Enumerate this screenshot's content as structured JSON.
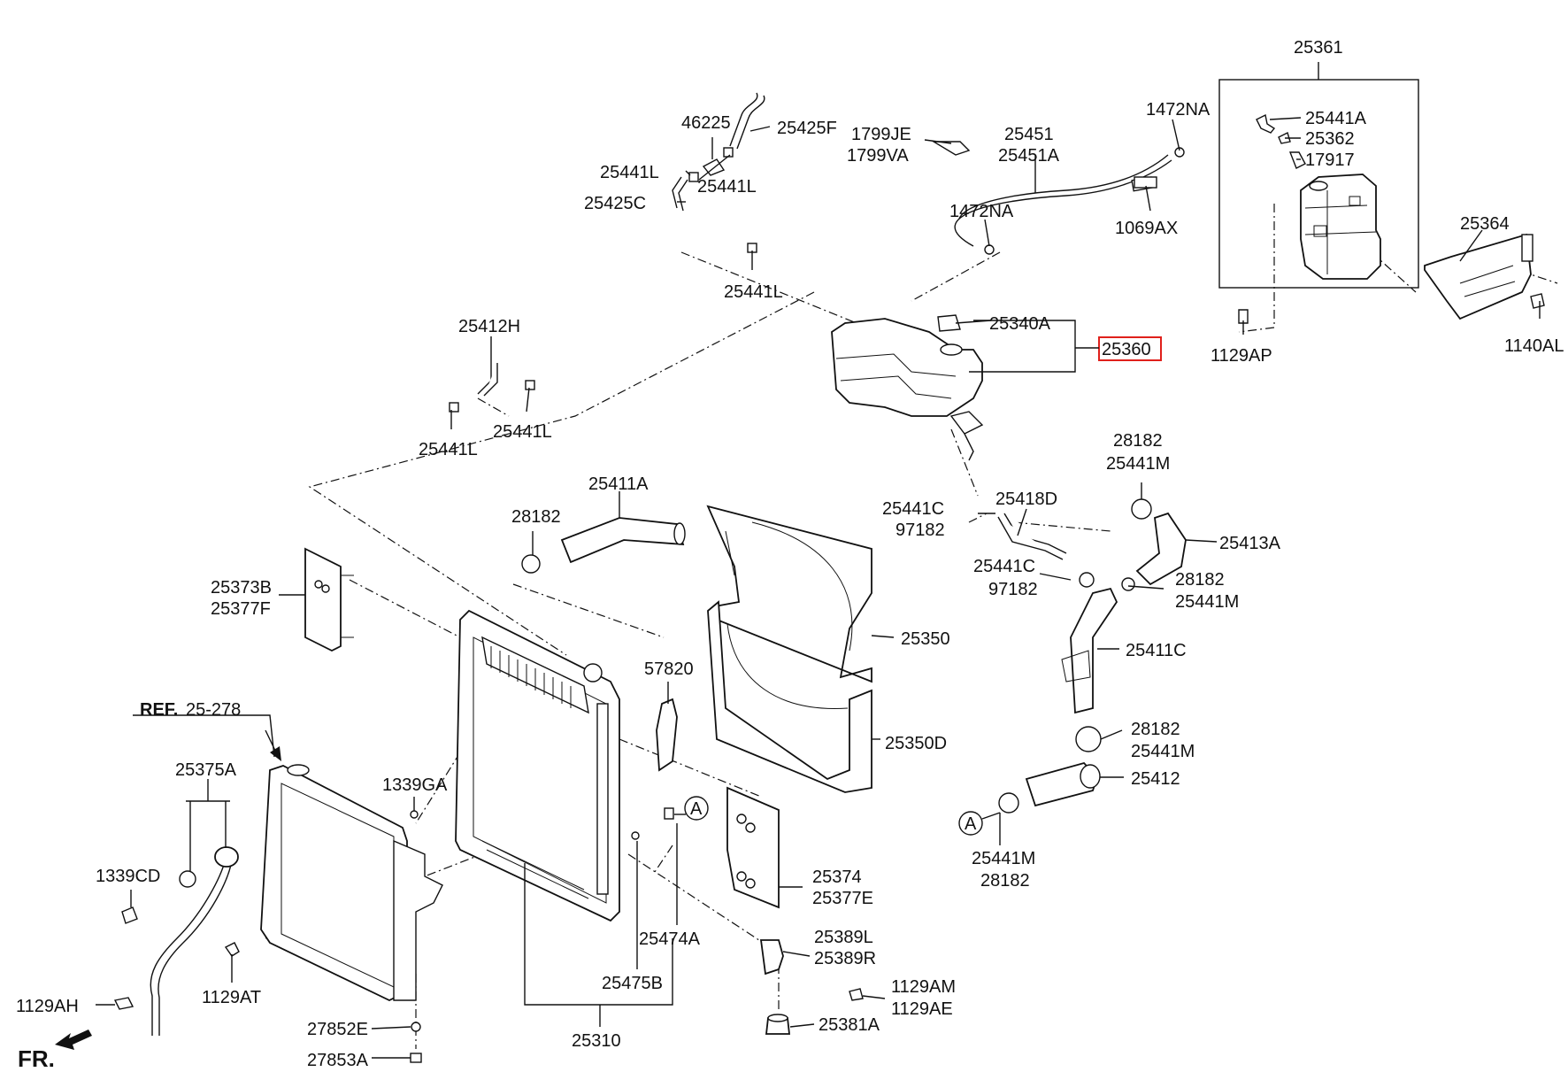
{
  "labels": {
    "p25361": "25361",
    "p25441A": "25441A",
    "p25362": "25362",
    "p17917": "17917",
    "p1472NA_a": "1472NA",
    "p25451": "25451",
    "p25451A": "25451A",
    "p1799JE": "1799JE",
    "p1799VA": "1799VA",
    "p1472NA_b": "1472NA",
    "p1069AX": "1069AX",
    "p25364": "25364",
    "p1140AL": "1140AL",
    "p1129AP": "1129AP",
    "p46225": "46225",
    "p25425F": "25425F",
    "p25441L_a": "25441L",
    "p25441L_b": "25441L",
    "p25425C": "25425C",
    "p25441L_c": "25441L",
    "p25340A": "25340A",
    "p25360": "25360",
    "p25412H": "25412H",
    "p25441L_d": "25441L",
    "p25441L_e": "25441L",
    "p28182_a": "28182",
    "p25441M_a": "25441M",
    "p25441C_a": "25441C",
    "p97182_a": "97182",
    "p25418D": "25418D",
    "p25413A": "25413A",
    "p25441C_b": "25441C",
    "p97182_b": "97182",
    "p28182_b": "28182",
    "p25441M_b": "25441M",
    "p25411A": "25411A",
    "p28182_c": "28182",
    "p25373B": "25373B",
    "p25377F": "25377F",
    "p25350": "25350",
    "p25411C": "25411C",
    "p57820": "57820",
    "p28182_d": "28182",
    "p25441M_c": "25441M",
    "p25350D": "25350D",
    "p25412": "25412",
    "ref": "REF.",
    "ref_num": "25-278",
    "p25375A": "25375A",
    "p1339GA": "1339GA",
    "p1339CD": "1339CD",
    "p25441M_d": "25441M",
    "p28182_e": "28182",
    "p25374": "25374",
    "p25377E": "25377E",
    "p25474A": "25474A",
    "p25389L": "25389L",
    "p25389R": "25389R",
    "p25475B": "25475B",
    "p1129AT": "1129AT",
    "p1129AM": "1129AM",
    "p1129AE": "1129AE",
    "p1129AH": "1129AH",
    "p27852E": "27852E",
    "p25381A": "25381A",
    "p25310": "25310",
    "p27853A": "27853A",
    "fr": "FR.",
    "circleA1": "A",
    "circleA2": "A"
  },
  "highlight_color": "#e0201b"
}
